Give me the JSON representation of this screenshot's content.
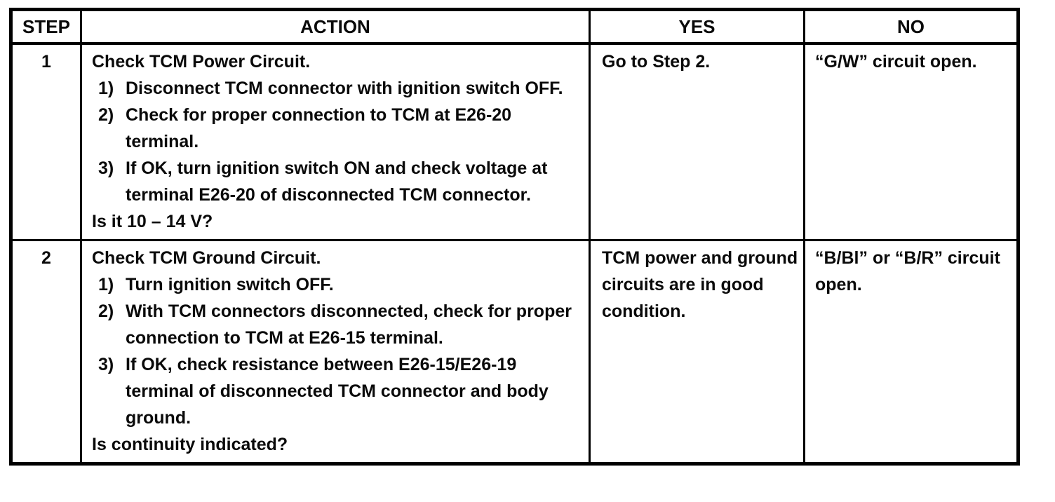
{
  "table": {
    "headers": {
      "step": "STEP",
      "action": "ACTION",
      "yes": "YES",
      "no": "NO"
    },
    "rows": [
      {
        "step": "1",
        "action": {
          "title": "Check TCM Power Circuit.",
          "items": [
            {
              "num": "1)",
              "text": "Disconnect TCM connector with ignition switch OFF."
            },
            {
              "num": "2)",
              "text": "Check for proper connection to TCM at E26-20 terminal."
            },
            {
              "num": "3)",
              "text": "If OK, turn ignition switch ON and check voltage at terminal E26-20 of disconnected TCM connector."
            }
          ],
          "question": "Is it 10 – 14 V?"
        },
        "yes": "Go to Step 2.",
        "no": "“G/W” circuit open."
      },
      {
        "step": "2",
        "action": {
          "title": "Check TCM Ground Circuit.",
          "items": [
            {
              "num": "1)",
              "text": "Turn ignition switch OFF."
            },
            {
              "num": "2)",
              "text": "With TCM connectors disconnected, check for proper connection to TCM at E26-15 terminal."
            },
            {
              "num": "3)",
              "text": "If OK, check resistance between E26-15/E26-19 terminal of disconnected TCM connector and body ground."
            }
          ],
          "question": "Is continuity indicated?"
        },
        "yes": "TCM power and ground circuits are in good condition.",
        "no": "“B/Bl” or “B/R” circuit open."
      }
    ]
  }
}
